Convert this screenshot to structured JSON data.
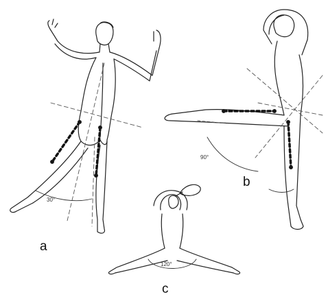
{
  "figure": {
    "panels": [
      {
        "id": "a",
        "label": "a",
        "angle_label": "30°"
      },
      {
        "id": "b",
        "label": "b",
        "angle_label": "90°"
      },
      {
        "id": "c",
        "label": "c",
        "angle_label": "120°"
      }
    ]
  }
}
